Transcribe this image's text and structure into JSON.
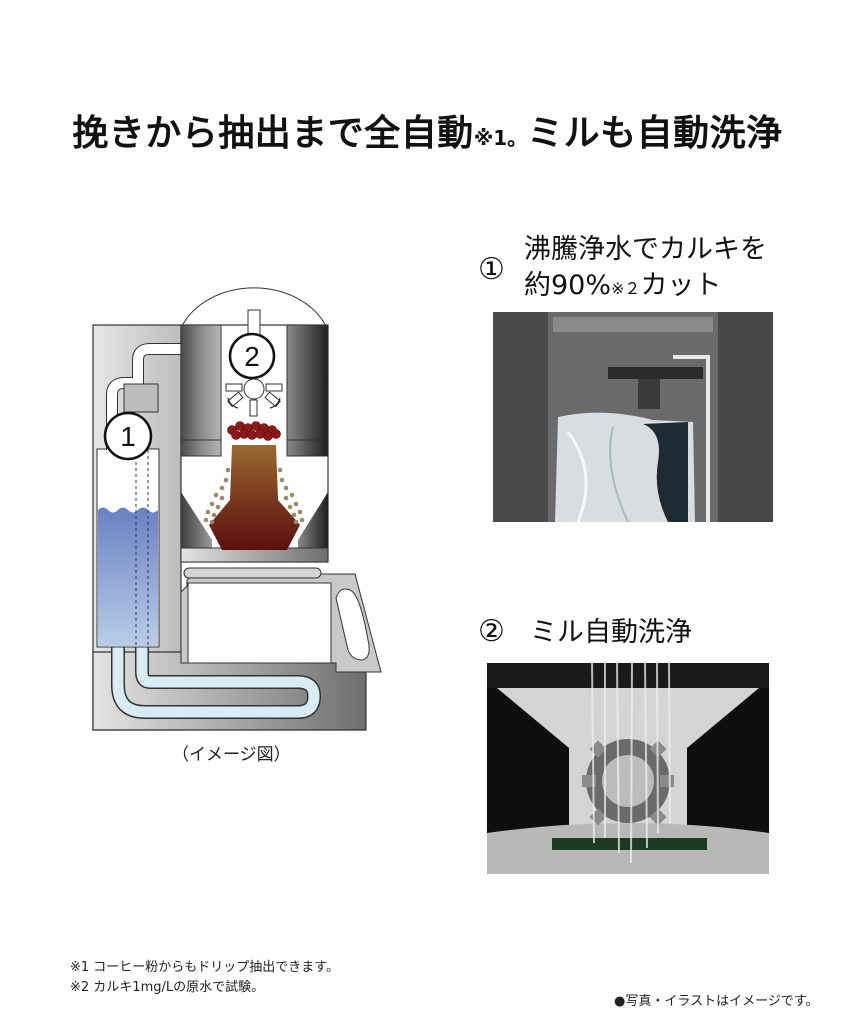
{
  "headline": {
    "part1": "挽きから抽出まで全自動",
    "note_mark": "※1。",
    "part2": "ミルも自動洗浄"
  },
  "diagram": {
    "caption": "（イメージ図）",
    "markers": [
      "1",
      "2"
    ],
    "colors": {
      "water": "#6f86c6",
      "water_light": "#d8ecf4",
      "coffee_dark": "#6b1a12",
      "coffee_mid": "#8b5a2b",
      "beans": "#8a1a1a",
      "grounds": "#9a8a6a",
      "housing_dark": "#3a3a3a",
      "housing_light": "#d6d6d6"
    }
  },
  "features": [
    {
      "number": "①",
      "line1": "沸騰浄水でカルキを",
      "line2_main": "約90%",
      "line2_note": "※２",
      "line2_end": "カット",
      "photo_alt": "water-tank-boiling-photo"
    },
    {
      "number": "②",
      "title": "ミル自動洗浄",
      "photo_alt": "mill-auto-cleaning-photo"
    }
  ],
  "footnotes": [
    "※1 コーヒー粉からもドリップ抽出できます。",
    "※2 カルキ1mg/Lの原水で試験。"
  ],
  "disclaimer": "●写真・イラストはイメージです。"
}
